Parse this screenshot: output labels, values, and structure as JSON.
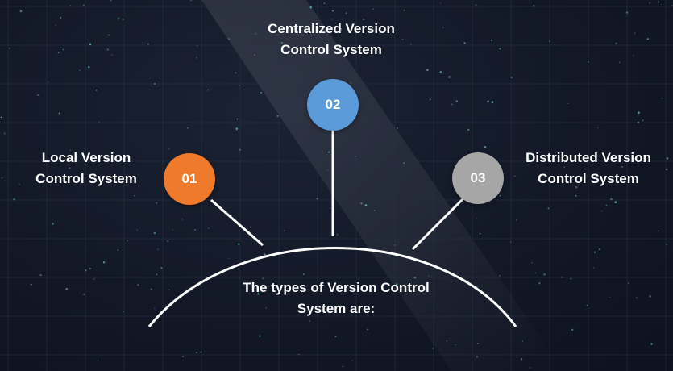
{
  "diagram": {
    "center_caption": {
      "line1": "The types of Version Control",
      "line2": "System are:"
    },
    "nodes": [
      {
        "number": "01",
        "label_line1": "Local Version",
        "label_line2": "Control System",
        "color": "#f07a2b"
      },
      {
        "number": "02",
        "label_line1": "Centralized Version",
        "label_line2": "Control System",
        "color": "#5b9bd9"
      },
      {
        "number": "03",
        "label_line1": "Distributed Version",
        "label_line2": "Control System",
        "color": "#a6a6a6"
      }
    ]
  },
  "colors": {
    "background": "#121826",
    "grid": "#2a3245",
    "line": "#ffffff",
    "text": "#ffffff"
  }
}
